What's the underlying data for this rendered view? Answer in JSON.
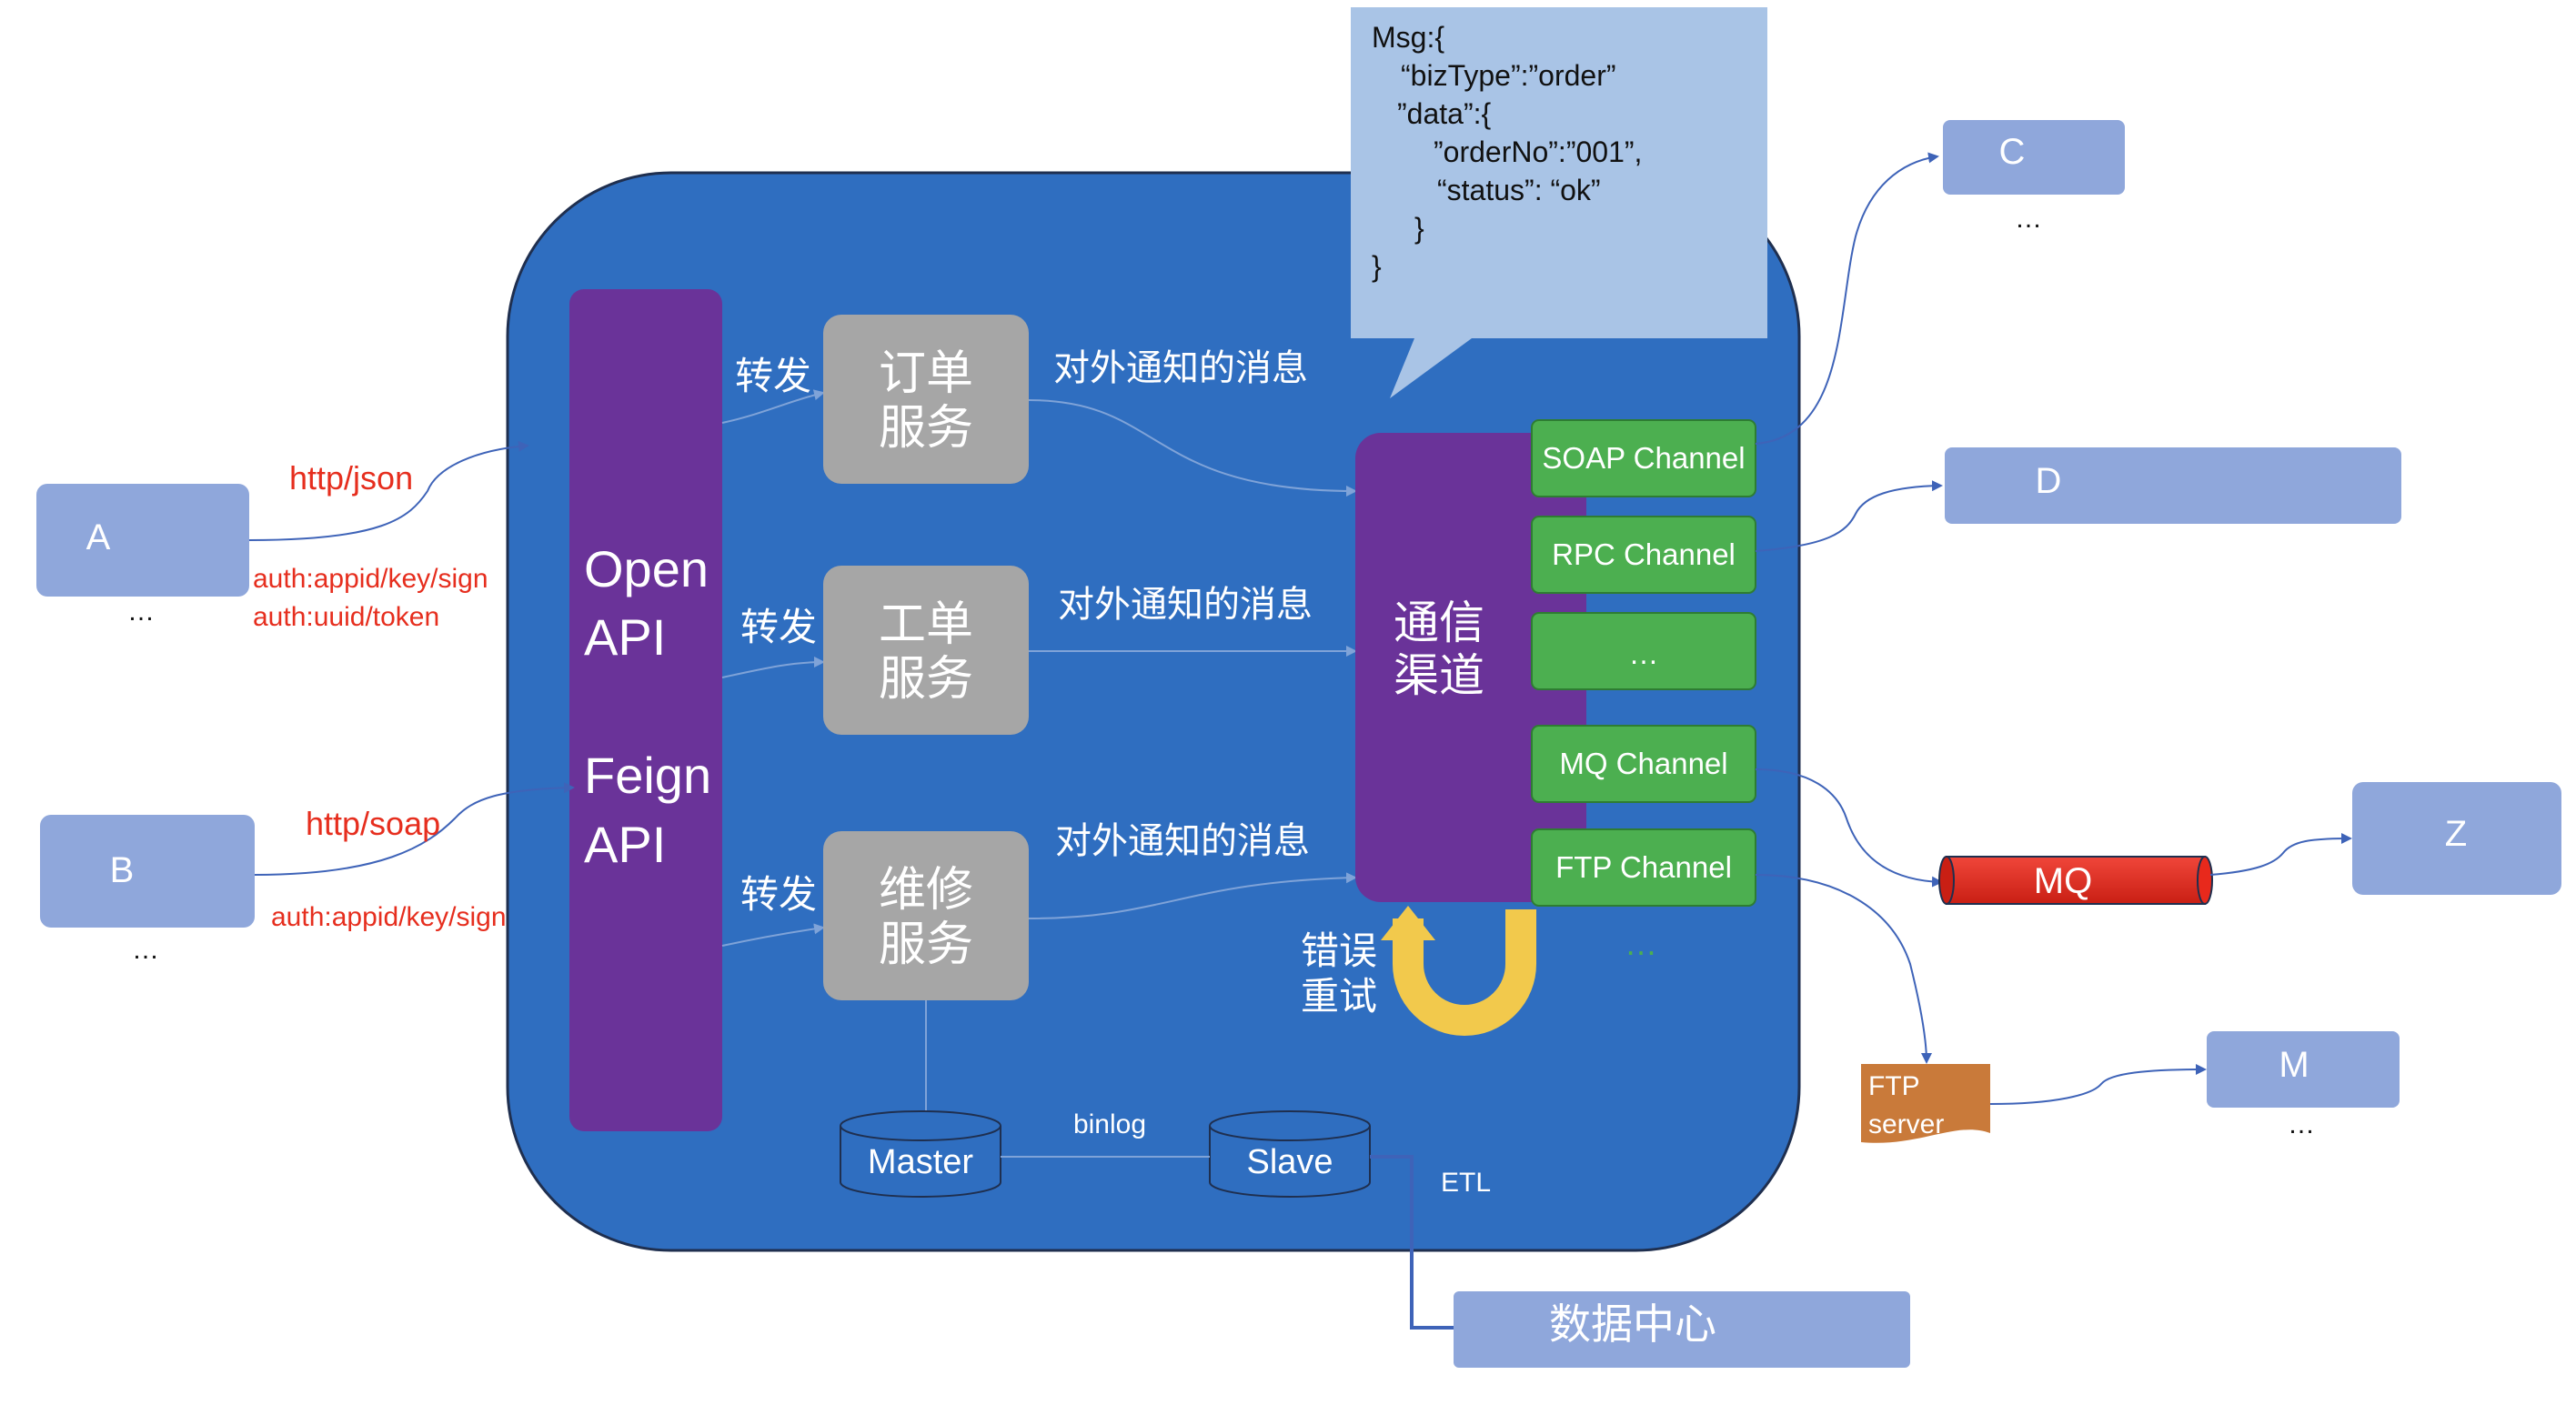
{
  "clients": [
    {
      "label": "A",
      "more": "…"
    },
    {
      "label": "B",
      "more": "…"
    }
  ],
  "client_links": {
    "a_protocol": "http/json",
    "a_auth_1": "auth:appid/key/sign",
    "a_auth_2": "auth:uuid/token",
    "b_protocol": "http/soap",
    "b_auth": "auth:appid/key/sign"
  },
  "gateway": {
    "open_api_line1": "Open",
    "open_api_line2": "API",
    "feign_api_line1": "Feign",
    "feign_api_line2": "API"
  },
  "forward_label": "转发",
  "services": [
    {
      "line1": "订单",
      "line2": "服务"
    },
    {
      "line1": "工单",
      "line2": "服务"
    },
    {
      "line1": "维修",
      "line2": "服务"
    }
  ],
  "notify_label": "对外通知的消息",
  "channel_hub": {
    "line1": "通信",
    "line2": "渠道"
  },
  "channels": [
    "SOAP Channel",
    "RPC Channel",
    "…",
    "MQ Channel",
    "FTP Channel"
  ],
  "channels_more": "…",
  "retry": {
    "line1": "错误",
    "line2": "重试"
  },
  "database": {
    "master": "Master",
    "slave": "Slave",
    "binlog": "binlog",
    "etl": "ETL"
  },
  "data_center": "数据中心",
  "message_callout": {
    "lines": [
      "Msg:{",
      "“bizType”:”order”",
      "”data”:{",
      "”orderNo”:”001”,",
      "“status”:  “ok”",
      "}",
      "}"
    ]
  },
  "targets": [
    {
      "label": "C",
      "more": "…"
    },
    {
      "label": "D"
    },
    {
      "label": "Z"
    },
    {
      "label": "M",
      "more": "…"
    }
  ],
  "mq_label": "MQ",
  "ftp_server": {
    "line1": "FTP",
    "line2": "server"
  },
  "colors": {
    "panel_blue": "#2F6EC0",
    "gateway_purple": "#6A3399",
    "service_gray": "#A6A6A6",
    "channel_green": "#4CAF50",
    "node_lavender": "#8FA7DB",
    "callout_blue": "#A9C4E6",
    "mq_red": "#E8291C",
    "ftp_orange": "#C97A3A",
    "retry_yellow": "#F2C94C",
    "label_red": "#E62E1E"
  }
}
